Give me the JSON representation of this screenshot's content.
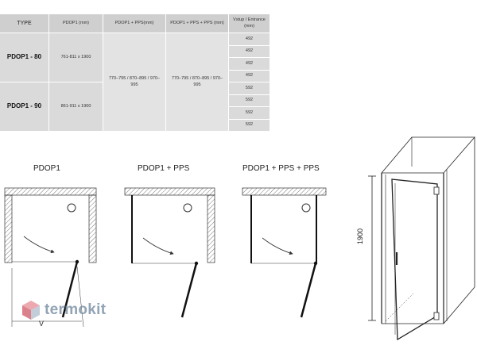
{
  "table": {
    "headers": [
      "TYPE",
      "PDOP1 (mm)",
      "PDOP1 + PPS(mm)",
      "PDOP1 + PPS + PPS (mm)",
      "Vstup / Entrance (mm)"
    ],
    "rows": [
      {
        "type": "PDOP1 - 80",
        "dim": "761-811 x 1900",
        "entrances": [
          "492",
          "492",
          "492",
          "492"
        ]
      },
      {
        "type": "PDOP1 - 90",
        "dim": "861-911 x 1900",
        "entrances": [
          "592",
          "592",
          "592",
          "592"
        ]
      }
    ],
    "pps_range": "770–795 / 870–895 / 970–995",
    "pps_pps_range": "770–795 / 870–895 / 970–995"
  },
  "diagrams": {
    "labels": [
      "PDOP1",
      "PDOP1 + PPS",
      "PDOP1 + PPS + PPS"
    ],
    "width_symbol": "V",
    "height_value": "1900"
  },
  "watermark": {
    "text": "termokit"
  },
  "colors": {
    "table_bg": "#dadada",
    "header_bg": "#cfcfcf",
    "line": "#222222",
    "watermark": "#7e93a8"
  }
}
